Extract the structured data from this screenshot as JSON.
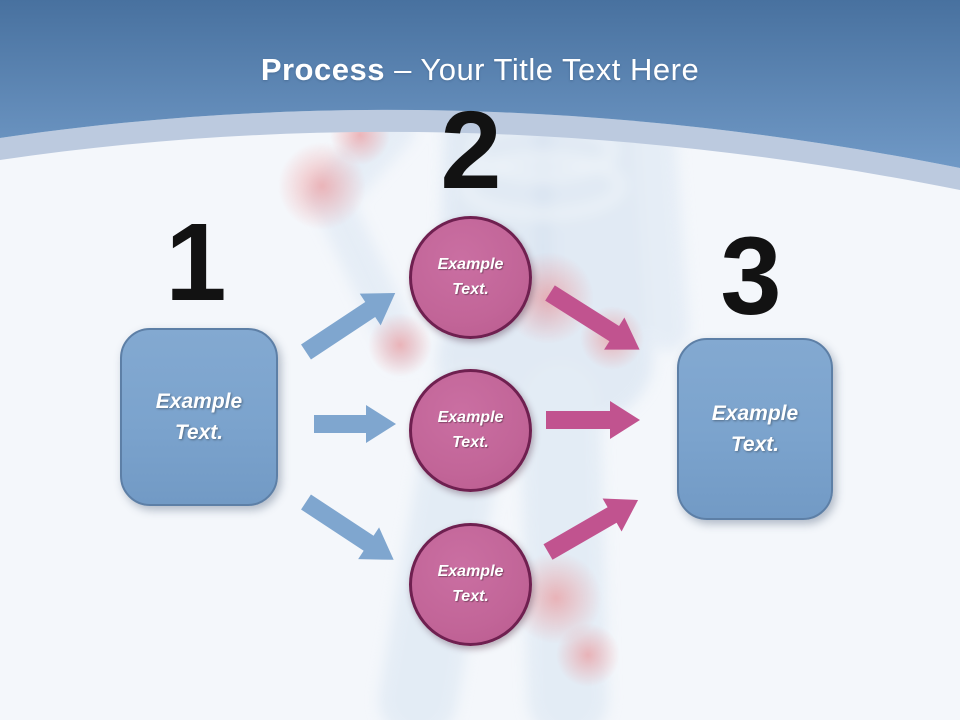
{
  "header": {
    "title_bold": "Process",
    "title_rest": "– Your Title Text Here"
  },
  "numbers": [
    "1",
    "2",
    "3"
  ],
  "left_box": {
    "label": "Example Text."
  },
  "right_box": {
    "label": "Example Text."
  },
  "circles": [
    {
      "label": "Example Text."
    },
    {
      "label": "Example Text."
    },
    {
      "label": "Example Text."
    }
  ],
  "colors": {
    "header_gradient_top": "#48719f",
    "header_gradient_bottom": "#7099c6",
    "curve_band": "#bccadf",
    "content_background": "#f4f7fb",
    "box_fill": "#7ba3cd",
    "box_border": "#5d7fa6",
    "circle_fill": "#c26598",
    "circle_border": "#6f2050",
    "arrow_blue": "#7fa6cf",
    "arrow_pink": "#c1538f",
    "number_color": "#121212",
    "title_color": "#ffffff",
    "joint_glow": "#ef6a6a"
  }
}
